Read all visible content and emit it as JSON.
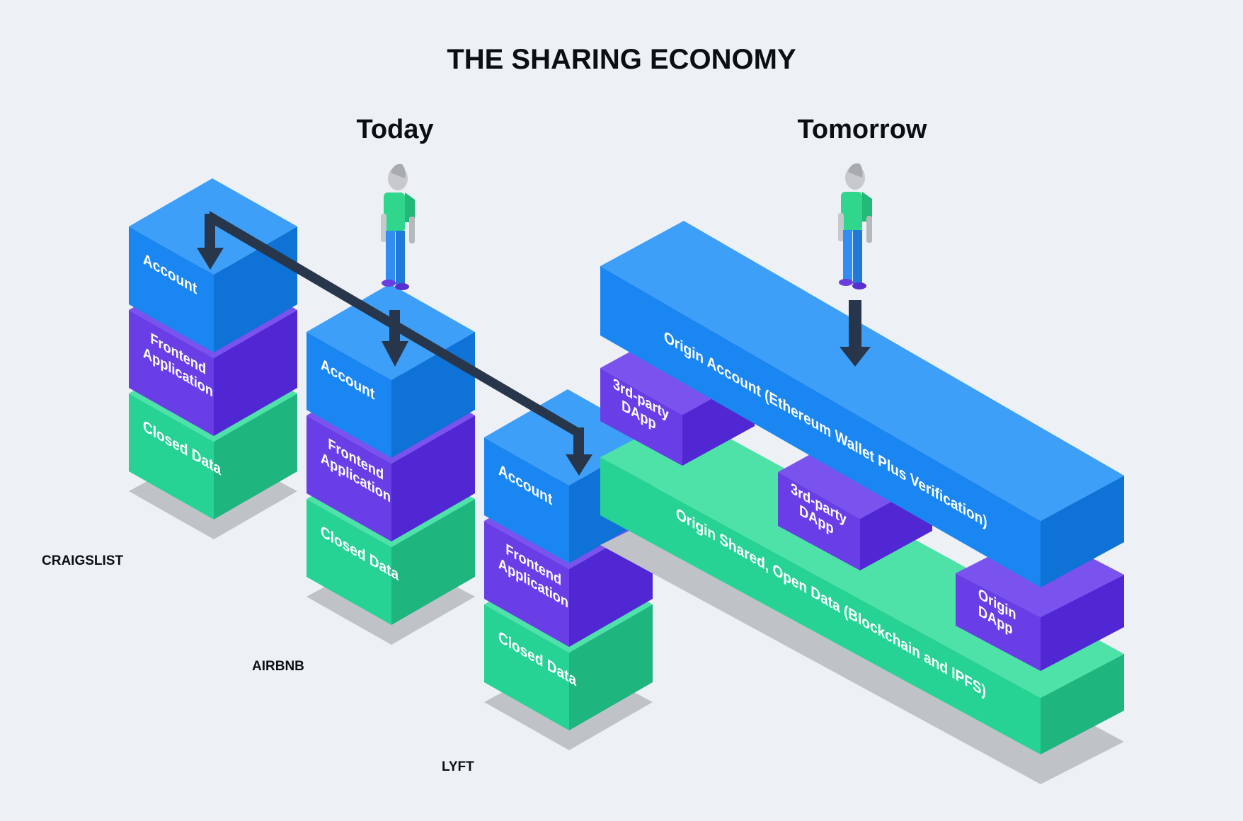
{
  "title": "THE SHARING ECONOMY",
  "sections": {
    "today": "Today",
    "tomorrow": "Tomorrow"
  },
  "stack_labels": {
    "account": "Account",
    "frontend_line1": "Frontend",
    "frontend_line2": "Application",
    "closed_data": "Closed Data"
  },
  "companies": [
    "CRAIGSLIST",
    "AIRBNB",
    "LYFT"
  ],
  "tomorrow_labels": {
    "origin_account": "Origin Account (Ethereum Wallet Plus Verification)",
    "open_data": "Origin Shared, Open Data (Blockchain and IPFS)",
    "dapp_line1": "3rd-party",
    "dapp_line2": "DApp",
    "origin_dapp_line1": "Origin",
    "origin_dapp_line2": "DApp"
  },
  "colors": {
    "background": "#edf0f5",
    "account_blue": "#1a8ef5",
    "frontend_purple": "#5a33e0",
    "data_green": "#27d394",
    "arrow": "#27364a",
    "shadow": "#bfc3c8",
    "person_shirt": "#2fd68c",
    "person_pants": "#2f8ef0",
    "person_skin": "#c7c9cc"
  }
}
